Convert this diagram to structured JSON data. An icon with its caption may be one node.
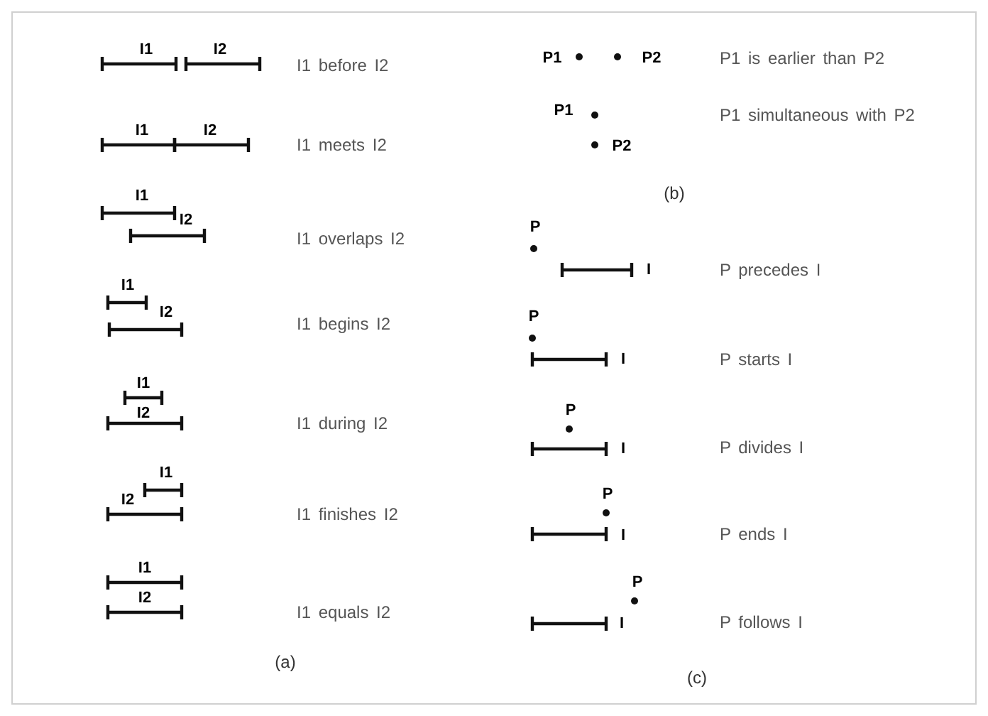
{
  "diagram": {
    "labels": [
      "I1",
      "I2",
      "I1 before I2",
      "I1",
      "I2",
      "I1 meets I2",
      "I1",
      "I2",
      "I1 overlaps I2",
      "I1",
      "I2",
      "I1 begins I2",
      "I1",
      "I2",
      "I1 during I2",
      "I1",
      "I2",
      "I1 finishes I2",
      "I1",
      "I2",
      "I1 equals I2",
      "(a)",
      "P1",
      "P2",
      "P1 is earlier than P2",
      "P1",
      "P2",
      "P1 simultaneous with P2",
      "(b)",
      "P",
      "I",
      "P precedes I",
      "P",
      "I",
      "P starts I",
      "P",
      "I",
      "P divides I",
      "P",
      "I",
      "P ends I",
      "P",
      "I",
      "P follows I",
      "(c)"
    ]
  }
}
